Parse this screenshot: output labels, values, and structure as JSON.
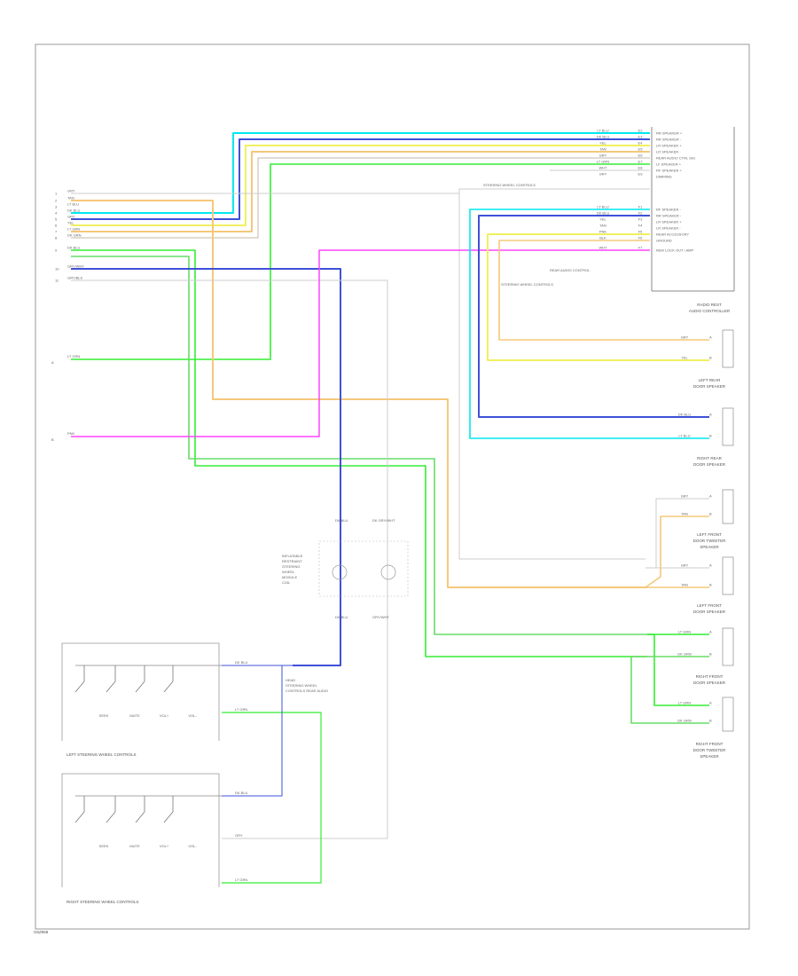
{
  "diagram": {
    "footer_code": "G6Z968",
    "colors": {
      "lt_blu": "#00e8f0",
      "dk_blu": "#3f50d8",
      "yel": "#f0f060",
      "tan": "#f5c87a",
      "gry": "#c0b8a8",
      "lt_grn": "#33ee33",
      "pnk": "#ff44ff",
      "dk_grn_wht": "#66dd66",
      "wht": "#cccccc",
      "frame": "#888888"
    },
    "controller": {
      "title": "RADIO REST\nAUDIO CONTROLLER",
      "pins": [
        {
          "wire": "LT BLU",
          "label": "RR SPEAKER +",
          "id": "E2"
        },
        {
          "wire": "DK BLU",
          "label": "RR SPEAKER -",
          "id": "E3"
        },
        {
          "wire": "YEL",
          "label": "LR SPEAKER +",
          "id": "E4"
        },
        {
          "wire": "TAN",
          "label": "LR SPEAKER -",
          "id": "E5"
        },
        {
          "wire": "GRY",
          "label": "REAR AUDIO CTRL SIG",
          "id": "E6"
        },
        {
          "wire": "LT GRN",
          "label": "LF SPEAKER +",
          "id": "E7"
        },
        {
          "wire": "WHT",
          "label": "RF SPEAKER +",
          "id": "E8"
        },
        {
          "wire": "GRY",
          "label": "DIMMING",
          "id": "E9"
        },
        {
          "wire": "LT BLU",
          "label": "RF SPEAKER -",
          "id": "F1"
        },
        {
          "wire": "DK BLU",
          "label": "RR SPEAKER -",
          "id": "F2"
        },
        {
          "wire": "YEL",
          "label": "LR SPEAKER +",
          "id": "F3"
        },
        {
          "wire": "TAN",
          "label": "LR SPEAKER -",
          "id": "F4"
        },
        {
          "wire": "PNK",
          "label": "REAR ACCESSORY",
          "id": "F5"
        },
        {
          "wire": "BLK",
          "label": "GROUND",
          "id": "F6"
        },
        {
          "wire": "WHT",
          "label": "REM LOCK OUT / AMP",
          "id": "F7"
        }
      ],
      "side_notes": [
        "STEERING WHEEL CONTROLS",
        "REAR AUDIO\nCONTROL",
        "STEERING WHEEL\nCONTROLS"
      ]
    },
    "left_connector": {
      "pins": [
        {
          "num": "1",
          "wire": "GRY"
        },
        {
          "num": "2",
          "wire": "TAN"
        },
        {
          "num": "3",
          "wire": "LT BLU"
        },
        {
          "num": "4",
          "wire": "DK BLU"
        },
        {
          "num": "5",
          "wire": "GRY"
        },
        {
          "num": "6",
          "wire": "YEL"
        },
        {
          "num": "7",
          "wire": "LT GRN"
        },
        {
          "num": "8",
          "wire": "DK GRN"
        },
        {
          "num": "9",
          "wire": "DK BLU"
        },
        {
          "num": "10",
          "wire": "GRY/WHT"
        },
        {
          "num": "11",
          "wire": "GRY/BLK"
        }
      ],
      "inputs": [
        {
          "wire": "LT GRN",
          "num": "A"
        },
        {
          "wire": "PNK",
          "num": "B"
        }
      ]
    },
    "speakers": [
      {
        "title": "LEFT REAR\nDOOR SPEAKER",
        "wires": [
          "GRY",
          "YEL"
        ]
      },
      {
        "title": "RIGHT REAR\nDOOR SPEAKER",
        "wires": [
          "DK BLU",
          "LT BLU"
        ]
      },
      {
        "title": "LEFT FRONT\nDOOR TWEETER\nSPEAKER",
        "wires": [
          "GRY",
          "TAN"
        ]
      },
      {
        "title": "LEFT FRONT\nDOOR SPEAKER",
        "wires": [
          "GRY",
          "TAN"
        ]
      },
      {
        "title": "RIGHT FRONT\nDOOR SPEAKER",
        "wires": [
          "LT GRN",
          "DK GRN"
        ]
      },
      {
        "title": "RIGHT FRONT\nDOOR TWEETER\nSPEAKER",
        "wires": [
          "LT GRN",
          "DK GRN"
        ]
      }
    ],
    "module": {
      "title": "INFLATABLE\nRESTRAINT\nSTEERING\nWHEEL\nMODULE\nCOIL",
      "top_labels": [
        "DK BLU",
        "DK GRY/WHT"
      ],
      "bottom_labels": [
        "DK BLU",
        "GRY/WHT"
      ],
      "note": "HEAD\nSTEERING WHEEL\nCONTROLS REAR AUDIO"
    },
    "left_controls": {
      "title": "LEFT STEERING WHEEL CONTROLS",
      "buttons": [
        "SEEK",
        "MUTE",
        "VOL+",
        "VOL-"
      ],
      "wires": [
        "DK BLU",
        "LT GRN"
      ]
    },
    "right_controls": {
      "title": "RIGHT STEERING WHEEL CONTROLS",
      "buttons": [
        "SEEK",
        "MUTE",
        "VOL+",
        "VOL-"
      ],
      "wires": [
        "DK BLU",
        "GRY",
        "LT GRN"
      ]
    }
  }
}
